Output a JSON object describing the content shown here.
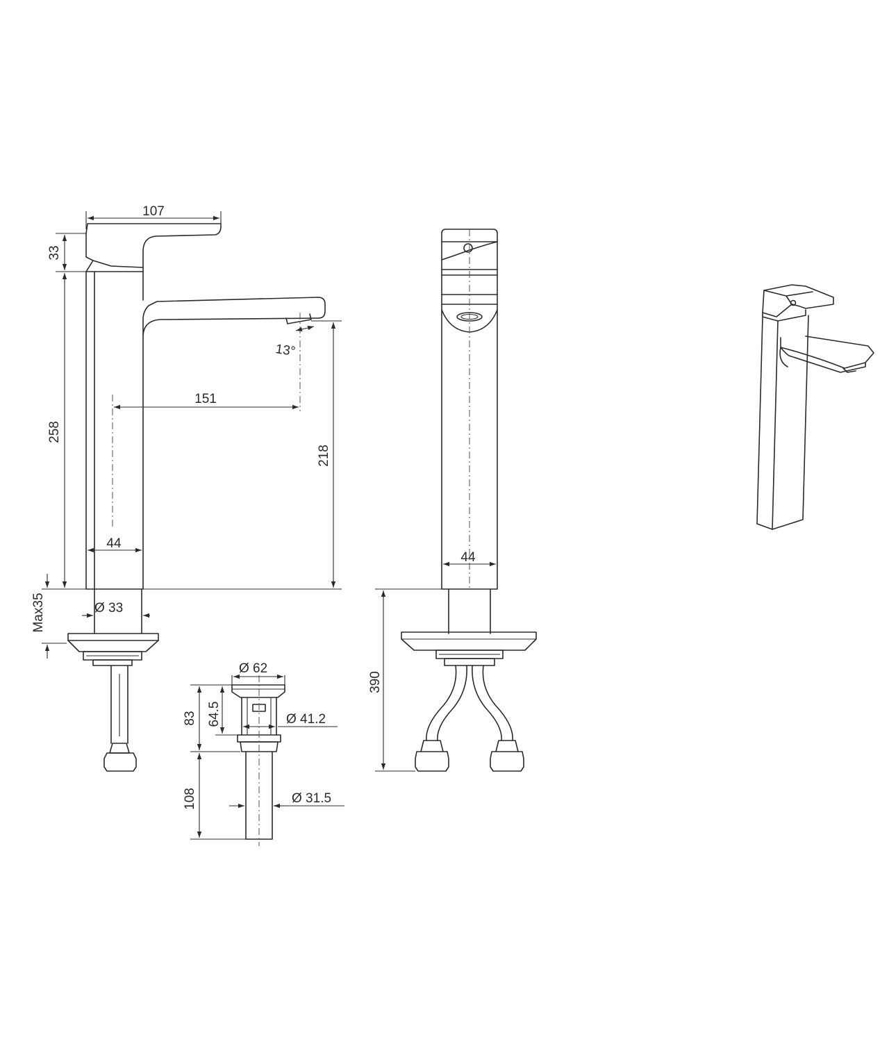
{
  "dimensions": {
    "handle_length": "107",
    "handle_height": "33",
    "body_height": "258",
    "spout_reach": "151",
    "spout_height": "218",
    "spout_angle": "13°",
    "body_width_front": "44",
    "body_width_side": "44",
    "shank_diameter": "Ø 33",
    "max_thickness": "Max35",
    "drain_head_diameter": "Ø 62",
    "drain_height_total": "83",
    "drain_height_inner": "64.5",
    "drain_body_diameter": "Ø 41.2",
    "drain_tail_length": "108",
    "drain_tail_diameter": "Ø 31.5",
    "overall_height": "390"
  }
}
